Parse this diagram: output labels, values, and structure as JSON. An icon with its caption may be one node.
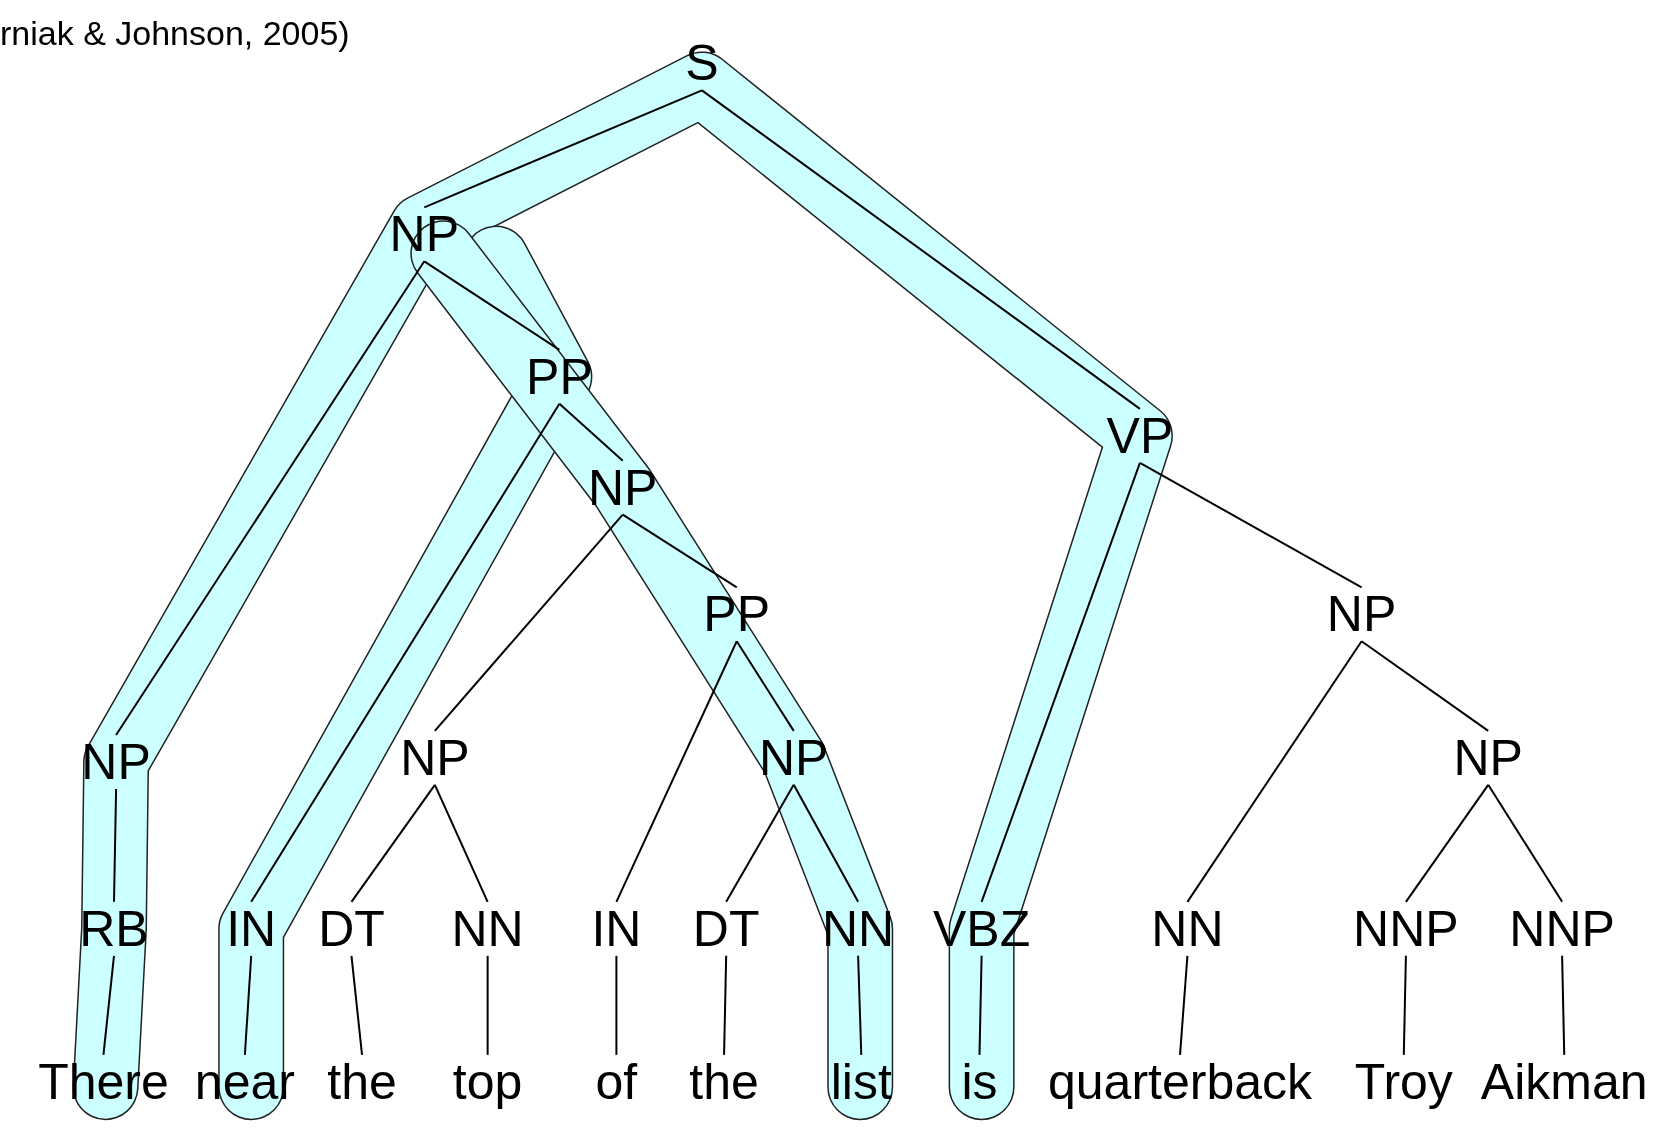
{
  "diagram": {
    "nodes": [
      {
        "text": [
          "S"
        ]
      },
      {
        "text": [
          "NP"
        ]
      },
      {
        "text": [
          "PP"
        ]
      },
      {
        "text": [
          "NP"
        ]
      },
      {
        "text": [
          "PP"
        ]
      },
      {
        "text": [
          "VP"
        ]
      },
      {
        "text": [
          "NP"
        ]
      },
      {
        "text": [
          "NP"
        ]
      },
      {
        "text": [
          "NP"
        ]
      },
      {
        "text": [
          "NP"
        ]
      },
      {
        "text": [
          "NP"
        ]
      },
      {
        "text": [
          "RB"
        ]
      },
      {
        "text": [
          "IN"
        ]
      },
      {
        "text": [
          "DT"
        ]
      },
      {
        "text": [
          "NN"
        ]
      },
      {
        "text": [
          "IN"
        ]
      },
      {
        "text": [
          "DT"
        ]
      },
      {
        "text": [
          "NN"
        ]
      },
      {
        "text": [
          "VBZ"
        ]
      },
      {
        "text": [
          "NN"
        ]
      },
      {
        "text": [
          "NNP"
        ]
      },
      {
        "text": [
          "NNP"
        ]
      },
      {
        "text": [
          "There"
        ]
      },
      {
        "text": [
          "near"
        ]
      },
      {
        "text": [
          "the"
        ]
      },
      {
        "text": [
          "top"
        ]
      },
      {
        "text": [
          "of"
        ]
      },
      {
        "text": [
          "the"
        ]
      },
      {
        "text": [
          "list"
        ]
      },
      {
        "text": [
          "is"
        ]
      },
      {
        "text": [
          "quarterback"
        ]
      },
      {
        "text": [
          "Troy"
        ]
      },
      {
        "text": [
          "Aikman"
        ]
      }
    ],
    "edges": [
      {
        "from": 0,
        "to": 1,
        "arrow": "none"
      },
      {
        "from": 0,
        "to": 5,
        "arrow": "none"
      },
      {
        "from": 1,
        "to": 7,
        "arrow": "none"
      },
      {
        "from": 1,
        "to": 2,
        "arrow": "none"
      },
      {
        "from": 2,
        "to": 12,
        "arrow": "none"
      },
      {
        "from": 2,
        "to": 3,
        "arrow": "none"
      },
      {
        "from": 3,
        "to": 8,
        "arrow": "none"
      },
      {
        "from": 3,
        "to": 4,
        "arrow": "none"
      },
      {
        "from": 4,
        "to": 15,
        "arrow": "none"
      },
      {
        "from": 4,
        "to": 9,
        "arrow": "none"
      },
      {
        "from": 5,
        "to": 18,
        "arrow": "none"
      },
      {
        "from": 5,
        "to": 6,
        "arrow": "none"
      },
      {
        "from": 6,
        "to": 19,
        "arrow": "none"
      },
      {
        "from": 6,
        "to": 10,
        "arrow": "none"
      },
      {
        "from": 7,
        "to": 11,
        "arrow": "none"
      },
      {
        "from": 8,
        "to": 13,
        "arrow": "none"
      },
      {
        "from": 8,
        "to": 14,
        "arrow": "none"
      },
      {
        "from": 9,
        "to": 16,
        "arrow": "none"
      },
      {
        "from": 9,
        "to": 17,
        "arrow": "none"
      },
      {
        "from": 10,
        "to": 20,
        "arrow": "none"
      },
      {
        "from": 10,
        "to": 21,
        "arrow": "none"
      },
      {
        "from": 11,
        "to": 22,
        "arrow": "none"
      },
      {
        "from": 12,
        "to": 23,
        "arrow": "none"
      },
      {
        "from": 13,
        "to": 24,
        "arrow": "none"
      },
      {
        "from": 14,
        "to": 25,
        "arrow": "none"
      },
      {
        "from": 15,
        "to": 26,
        "arrow": "none"
      },
      {
        "from": 16,
        "to": 27,
        "arrow": "none"
      },
      {
        "from": 17,
        "to": 28,
        "arrow": "none"
      },
      {
        "from": 18,
        "to": 29,
        "arrow": "none"
      },
      {
        "from": 19,
        "to": 30,
        "arrow": "none"
      },
      {
        "from": 20,
        "to": 31,
        "arrow": "none"
      },
      {
        "from": 21,
        "to": 32,
        "arrow": "none"
      }
    ],
    "labels": [
      "rniak & Johnson, 2005)"
    ]
  }
}
